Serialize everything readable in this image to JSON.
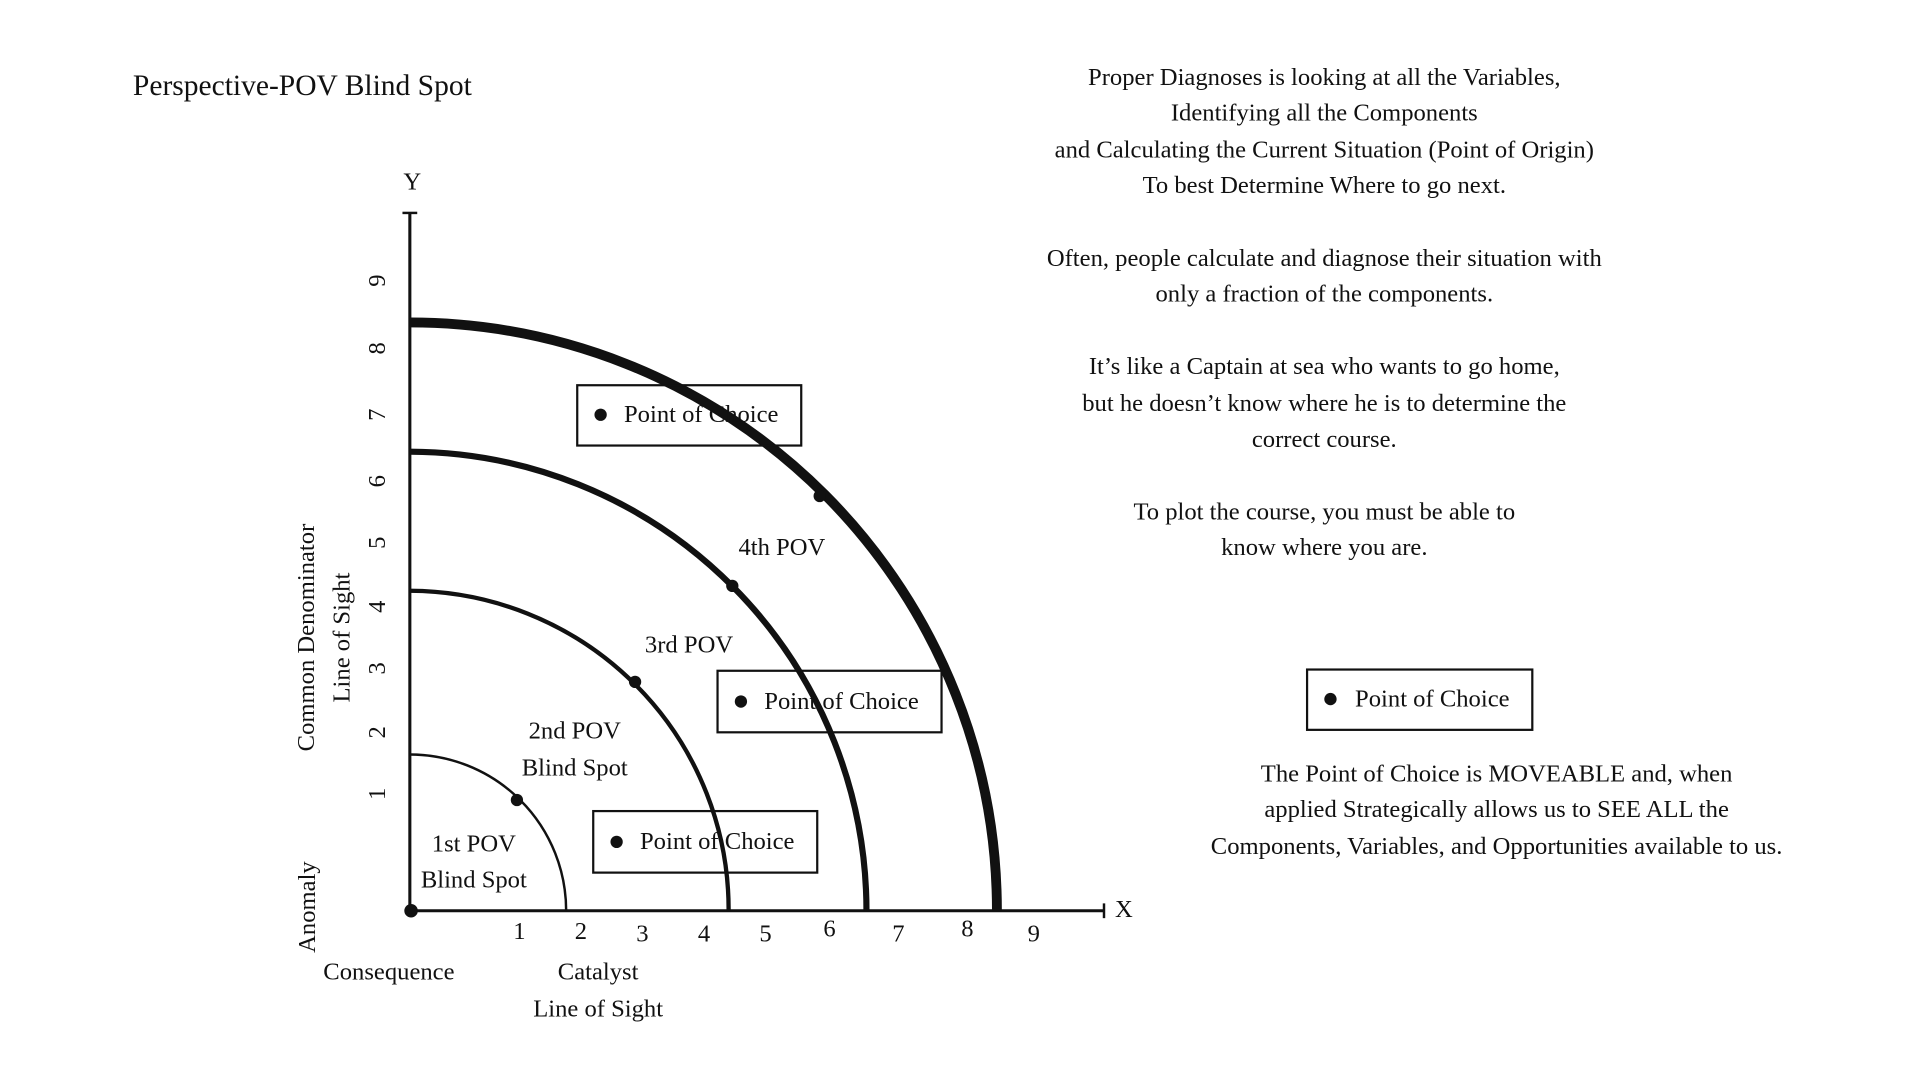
{
  "title": "Perspective-POV Blind Spot",
  "axes": {
    "y_label": "Y",
    "x_label": "X",
    "y_ticks": [
      "1",
      "2",
      "3",
      "4",
      "5",
      "6",
      "7",
      "8",
      "9"
    ],
    "x_ticks": [
      "1",
      "2",
      "3",
      "4",
      "5",
      "6",
      "7",
      "8",
      "9"
    ],
    "y_axis_title_1": "Common Denominator",
    "y_axis_title_2": "Line of Sight",
    "origin_vertical": "Anomaly",
    "origin_label": "Consequence",
    "x_axis_title_1": "Catalyst",
    "x_axis_title_2": "Line of Sight"
  },
  "pov_labels": {
    "first_1": "1st POV",
    "first_2": "Blind Spot",
    "second_1": "2nd POV",
    "second_2": "Blind Spot",
    "third": "3rd POV",
    "fourth": "4th POV"
  },
  "choice_boxes": [
    "Point of Choice",
    "Point of Choice",
    "Point of Choice"
  ],
  "legend_box": "Point of Choice",
  "paragraphs": [
    [
      "Proper Diagnoses is looking at all the Variables,",
      "Identifying all the Components",
      "and Calculating the Current Situation (Point of Origin)",
      "To best Determine Where to go next."
    ],
    [
      "Often, people calculate and diagnose their situation with",
      "only a fraction of the components."
    ],
    [
      "It’s like a Captain at sea who wants to go home,",
      "but he doesn’t know where he is to determine the",
      "correct course."
    ],
    [
      "To plot the course, you must be able to",
      "know where you are."
    ]
  ],
  "moveable_text": [
    "The Point of Choice is MOVEABLE and, when",
    "applied Strategically allows us to SEE ALL the",
    "Components, Variables, and Opportunities available to us."
  ]
}
